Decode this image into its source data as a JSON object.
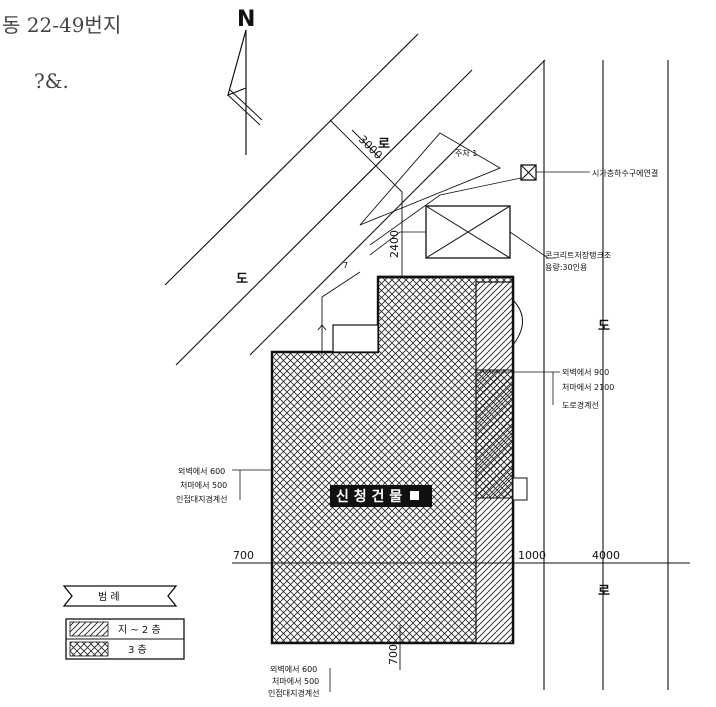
{
  "handwriting": {
    "line1": "동 22-49번지",
    "line2": "?&."
  },
  "north_label": "N",
  "dimensions": {
    "d3000": "3000",
    "d2400": "2400",
    "d700_left": "700",
    "d1000": "1000",
    "d4000": "4000",
    "d700_bottom": "700"
  },
  "labels": {
    "parking": "주차 1",
    "manhole": "시가층하수구에연결",
    "tank_line1": "콘크리트저장탱크조",
    "tank_line2": "용량:30인용",
    "mark_7": "7",
    "building": "신 청 건 물"
  },
  "setbacks": {
    "right": [
      "외벽에서 900",
      "처마에서 2100",
      "도로경계선"
    ],
    "left": [
      "외벽에서 600",
      "처마에서 500",
      "인접대지경계선"
    ],
    "bottom": [
      "외벽에서 600",
      "처마에서 500",
      "인접대지경계선"
    ]
  },
  "roads": {
    "diag_1": "도",
    "diag_2": "로",
    "right_1": "도",
    "right_2": "로"
  },
  "legend": {
    "title": "범 례",
    "items": [
      {
        "label": "지 ~ 2 층",
        "pattern": "diagonal"
      },
      {
        "label": "3 층",
        "pattern": "crosshatch"
      }
    ]
  },
  "colors": {
    "ink": "#111111"
  }
}
